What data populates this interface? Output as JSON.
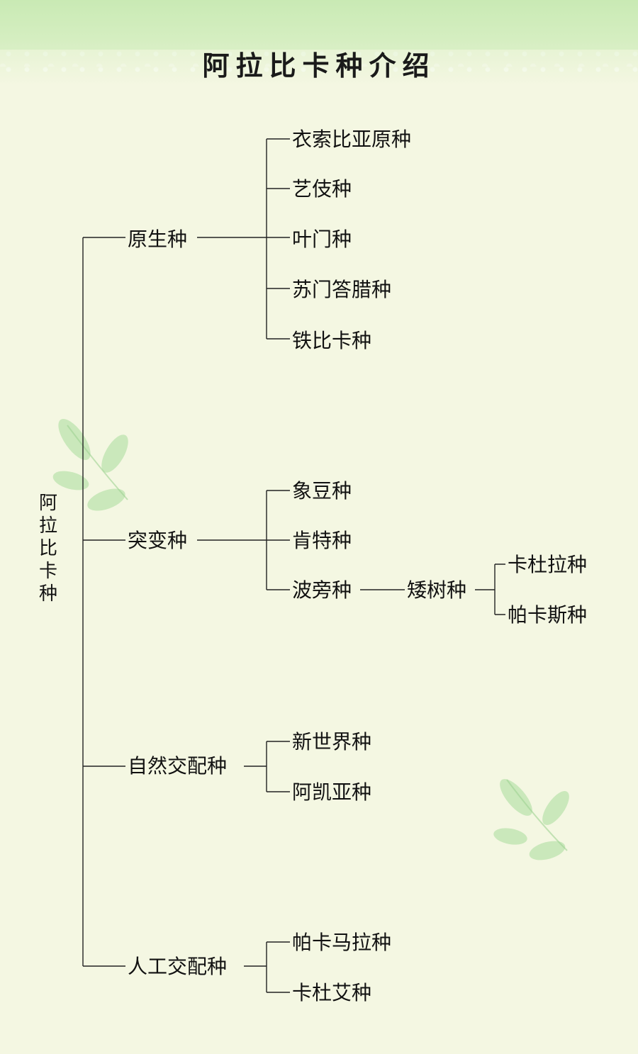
{
  "title": "阿拉比卡种介绍",
  "root": "阿拉比卡种",
  "categories": [
    {
      "label": "原生种",
      "children": [
        {
          "label": "衣索比亚原种"
        },
        {
          "label": "艺伎种"
        },
        {
          "label": "叶门种"
        },
        {
          "label": "苏门答腊种"
        },
        {
          "label": "铁比卡种"
        }
      ]
    },
    {
      "label": "突变种",
      "children": [
        {
          "label": "象豆种"
        },
        {
          "label": "肯特种"
        },
        {
          "label": "波旁种",
          "children": [
            {
              "label": "矮树种",
              "children": [
                {
                  "label": "卡杜拉种"
                },
                {
                  "label": "帕卡斯种"
                }
              ]
            }
          ]
        }
      ]
    },
    {
      "label": "自然交配种",
      "children": [
        {
          "label": "新世界种"
        },
        {
          "label": "阿凯亚种"
        }
      ]
    },
    {
      "label": "人工交配种",
      "children": [
        {
          "label": "帕卡马拉种"
        },
        {
          "label": "卡杜艾种"
        }
      ]
    }
  ],
  "colors": {
    "background": "#f4f7e2",
    "banner": "#c9eab4",
    "line": "#222222",
    "leaf": "#a8dd9c"
  }
}
